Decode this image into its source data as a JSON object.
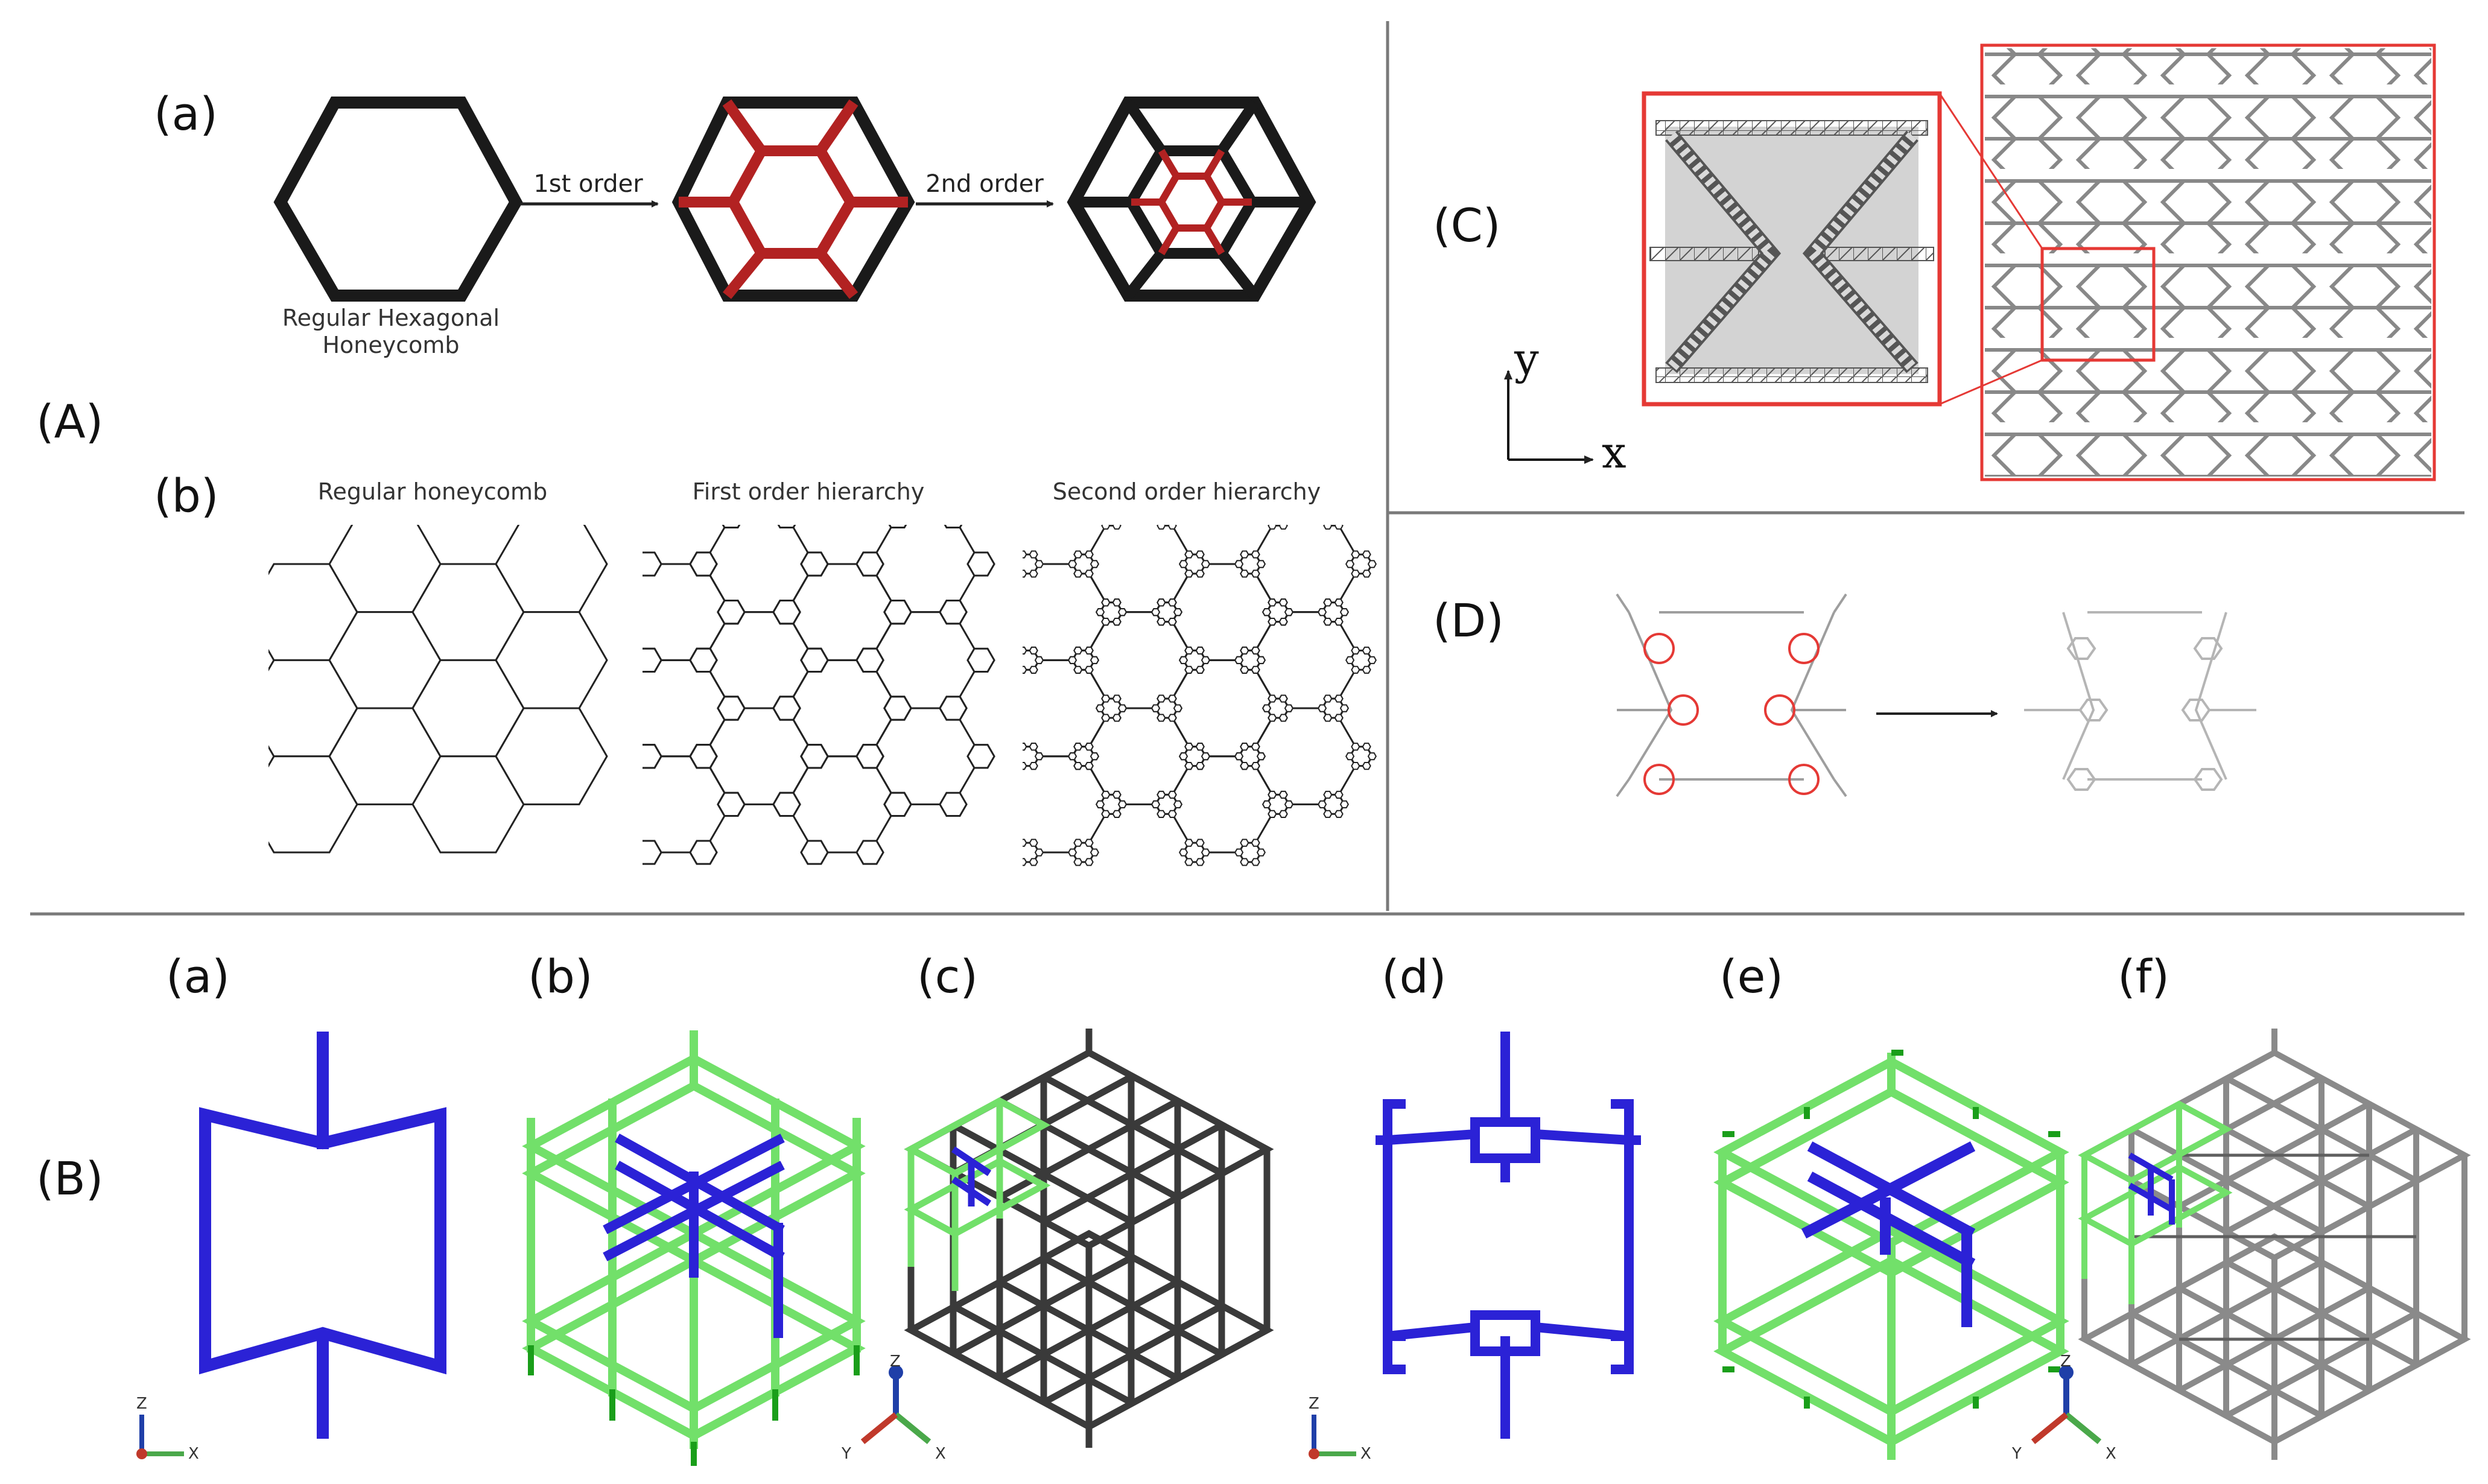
{
  "panel_A": {
    "label": "(A)",
    "sub_a": {
      "label": "(a)",
      "caption_line1": "Regular Hexagonal",
      "caption_line2": "Honeycomb",
      "arrow1_label": "1st order",
      "arrow2_label": "2nd order"
    },
    "sub_b": {
      "label": "(b)",
      "titles": [
        "Regular honeycomb",
        "First order hierarchy",
        "Second order hierarchy"
      ]
    }
  },
  "panel_C": {
    "label": "(C)",
    "axis_y": "y",
    "axis_x": "x"
  },
  "panel_D": {
    "label": "(D)"
  },
  "panel_B": {
    "label": "(B)",
    "sub_labels": [
      "(a)",
      "(b)",
      "(c)",
      "(d)",
      "(e)",
      "(f)"
    ],
    "triad_labels": {
      "z": "Z",
      "x": "X",
      "y": "Y"
    }
  },
  "colors": {
    "honeycomb": "#1a1a1a",
    "hierarchy_red": "#b22222",
    "highlight_red": "#e53935",
    "cell_blue": "#2b22d6",
    "lattice_green": "#72e06a",
    "lattice_grey": "#3a3a3a"
  }
}
